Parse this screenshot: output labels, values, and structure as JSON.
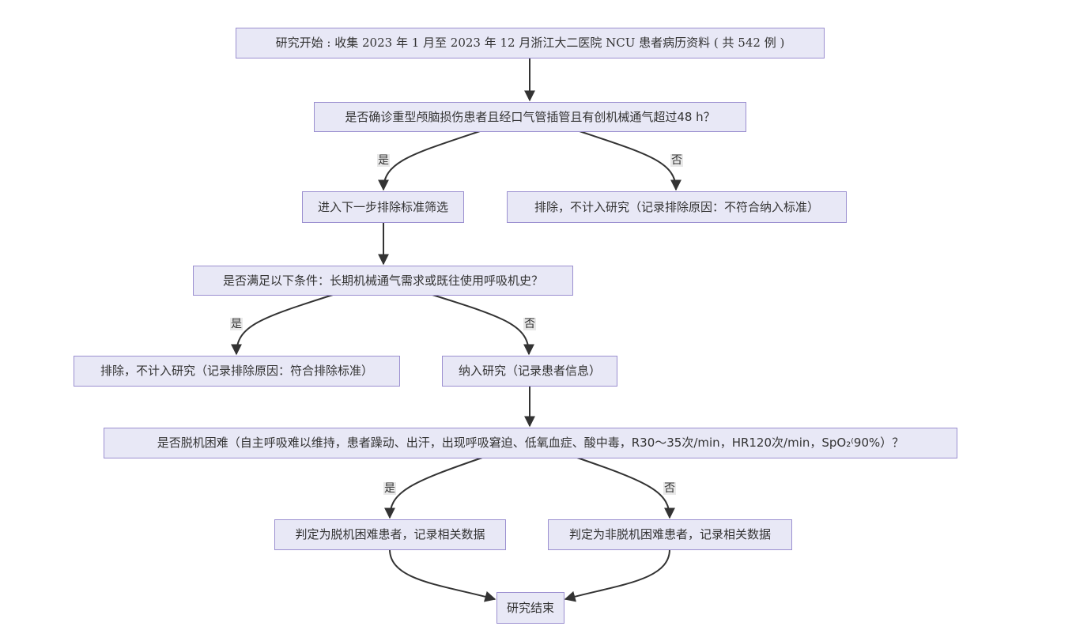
{
  "diagram": {
    "type": "flowchart",
    "colors": {
      "node_fill": "#e8e8f6",
      "node_border": "#9b8fd0",
      "edge": "#333333",
      "label_bg": "#e8e8e8",
      "text": "#333333"
    },
    "nodes": {
      "start": "研究开始 : 收集 2023 年 1 月至 2023 年 12 月浙江大二医院 NCU 患者病历资料 ( 共 542 例 )",
      "q_inclusion": "是否确诊重型颅脑损伤患者且经口气管插管且有创机械通气超过48 h？",
      "next_screen": "进入下一步排除标准筛选",
      "exclude_not_meet": "排除，不计入研究（记录排除原因：不符合纳入标准）",
      "q_exclusion": "是否满足以下条件：长期机械通气需求或既往使用呼吸机史？",
      "exclude_meet": "排除，不计入研究（记录排除原因：符合排除标准）",
      "include": "纳入研究（记录患者信息）",
      "q_weaning": "是否脱机困难（自主呼吸难以维持，患者躁动、出汗，出现呼吸窘迫、低氧血症、酸中毒，R30～35次/min，HR120次/min，SpO₂⁽90%）？",
      "difficult": "判定为脱机困难患者，记录相关数据",
      "not_difficult": "判定为非脱机困难患者，记录相关数据",
      "end": "研究结束"
    },
    "edge_labels": {
      "yes": "是",
      "no": "否"
    },
    "edges": [
      {
        "from": "start",
        "to": "q_inclusion",
        "label": ""
      },
      {
        "from": "q_inclusion",
        "to": "next_screen",
        "label": "是"
      },
      {
        "from": "q_inclusion",
        "to": "exclude_not_meet",
        "label": "否"
      },
      {
        "from": "next_screen",
        "to": "q_exclusion",
        "label": ""
      },
      {
        "from": "q_exclusion",
        "to": "exclude_meet",
        "label": "是"
      },
      {
        "from": "q_exclusion",
        "to": "include",
        "label": "否"
      },
      {
        "from": "include",
        "to": "q_weaning",
        "label": ""
      },
      {
        "from": "q_weaning",
        "to": "difficult",
        "label": "是"
      },
      {
        "from": "q_weaning",
        "to": "not_difficult",
        "label": "否"
      },
      {
        "from": "difficult",
        "to": "end",
        "label": ""
      },
      {
        "from": "not_difficult",
        "to": "end",
        "label": ""
      }
    ]
  }
}
